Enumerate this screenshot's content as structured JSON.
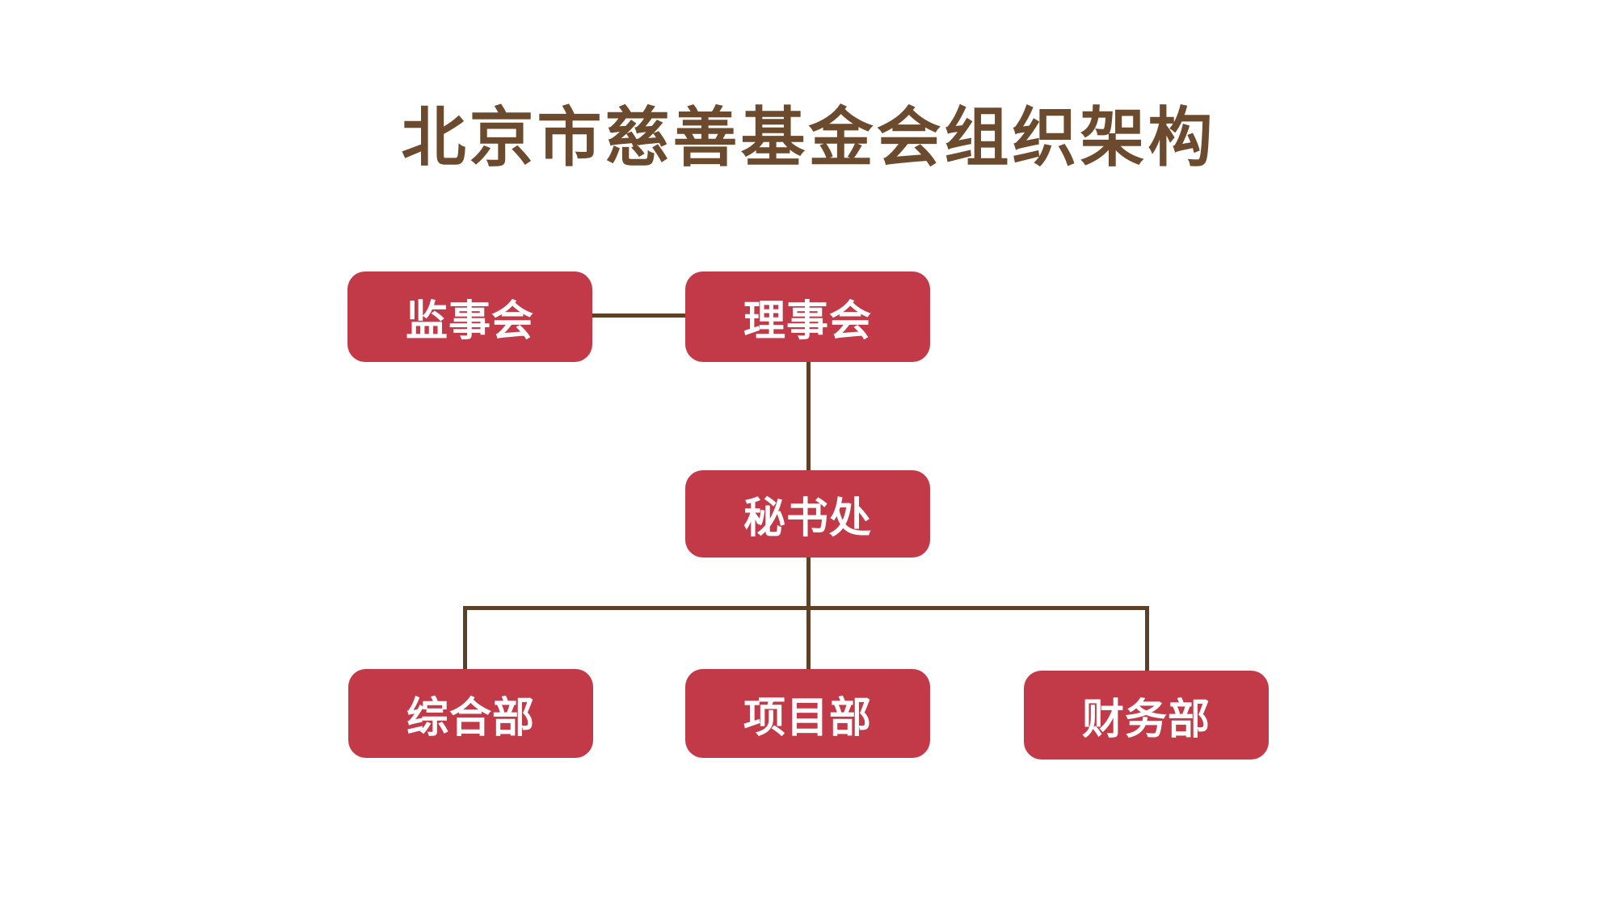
{
  "title": {
    "text": "北京市慈善基金会组织架构"
  },
  "colors": {
    "background": "#FFFFFF",
    "title_text": "#6B4A2E",
    "node_bg": "#C23948",
    "node_text": "#FFFFFF",
    "connector": "#5D4126"
  },
  "nodes": [
    {
      "id": "supervisory-board",
      "label": "监事会"
    },
    {
      "id": "board-of-directors",
      "label": "理事会"
    },
    {
      "id": "secretariat",
      "label": "秘书处"
    },
    {
      "id": "general-department",
      "label": "综合部"
    },
    {
      "id": "project-department",
      "label": "项目部"
    },
    {
      "id": "finance-department",
      "label": "财务部"
    }
  ],
  "edges": [
    {
      "from": "监事会",
      "to": "理事会"
    },
    {
      "from": "理事会",
      "to": "秘书处"
    },
    {
      "from": "秘书处",
      "to": "综合部"
    },
    {
      "from": "秘书处",
      "to": "项目部"
    },
    {
      "from": "秘书处",
      "to": "财务部"
    }
  ]
}
